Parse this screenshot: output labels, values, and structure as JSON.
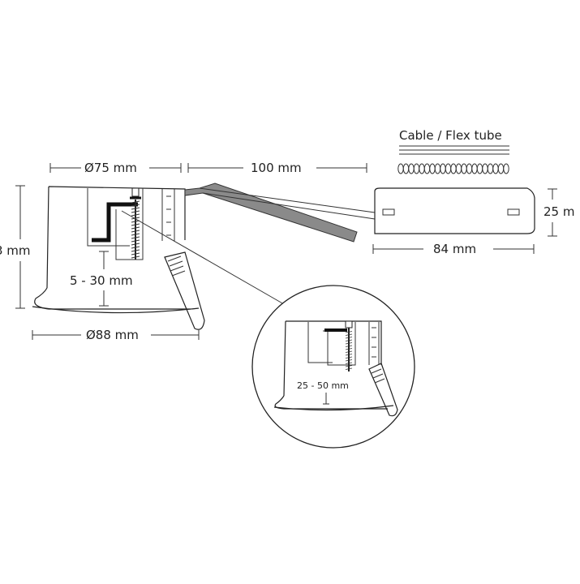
{
  "labels": {
    "cable_flex_tube": "Cable / Flex tube",
    "diameter_top": "Ø75 mm",
    "cable_length": "100 mm",
    "box_height": "25 m",
    "left_height": "3 mm",
    "box_length": "84 mm",
    "ceiling_range": "5 - 30 mm",
    "diameter_bottom": "Ø88 mm",
    "detail_range": "25 - 50 mm"
  },
  "colors": {
    "line": "#222222",
    "cable": "#8a8a8a",
    "screw": "#555555",
    "background": "#ffffff"
  }
}
